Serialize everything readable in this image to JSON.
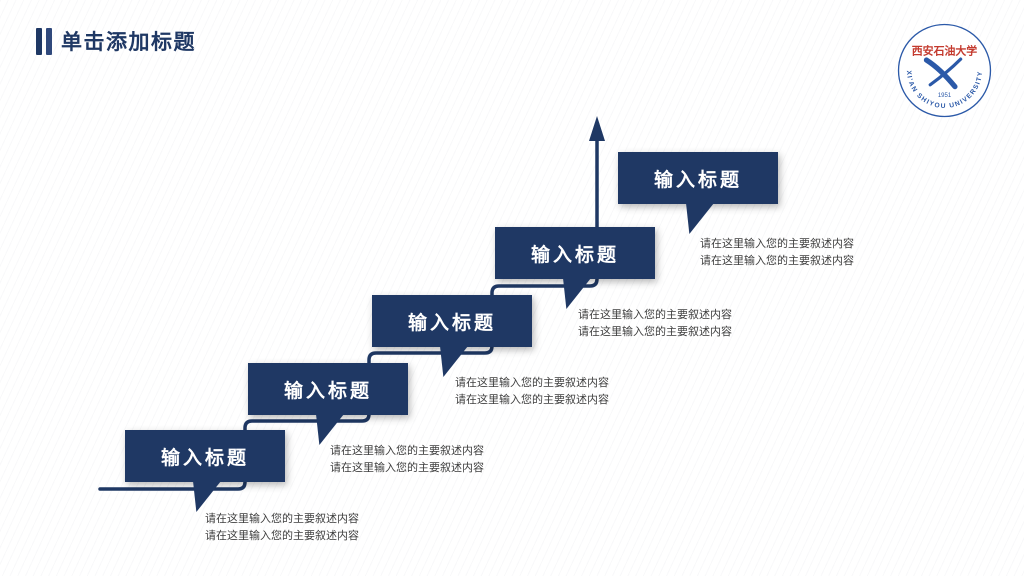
{
  "header": {
    "title": "单击添加标题"
  },
  "logo": {
    "name_en": "XI'AN SHIYOU UNIVERSITY",
    "name_cn": "西安石油大学",
    "year": "1951"
  },
  "steps": [
    {
      "title": "输入标题",
      "desc1": "请在这里输入您的主要叙述内容",
      "desc2": "请在这里输入您的主要叙述内容"
    },
    {
      "title": "输入标题",
      "desc1": "请在这里输入您的主要叙述内容",
      "desc2": "请在这里输入您的主要叙述内容"
    },
    {
      "title": "输入标题",
      "desc1": "请在这里输入您的主要叙述内容",
      "desc2": "请在这里输入您的主要叙述内容"
    },
    {
      "title": "输入标题",
      "desc1": "请在这里输入您的主要叙述内容",
      "desc2": "请在这里输入您的主要叙述内容"
    },
    {
      "title": "输入标题",
      "desc1": "请在这里输入您的主要叙述内容",
      "desc2": "请在这里输入您的主要叙述内容"
    }
  ],
  "colors": {
    "primary": "#1f3864",
    "description_text": "#3f3f3f",
    "logo_blue": "#2b59a8",
    "logo_red": "#c43a2e"
  }
}
